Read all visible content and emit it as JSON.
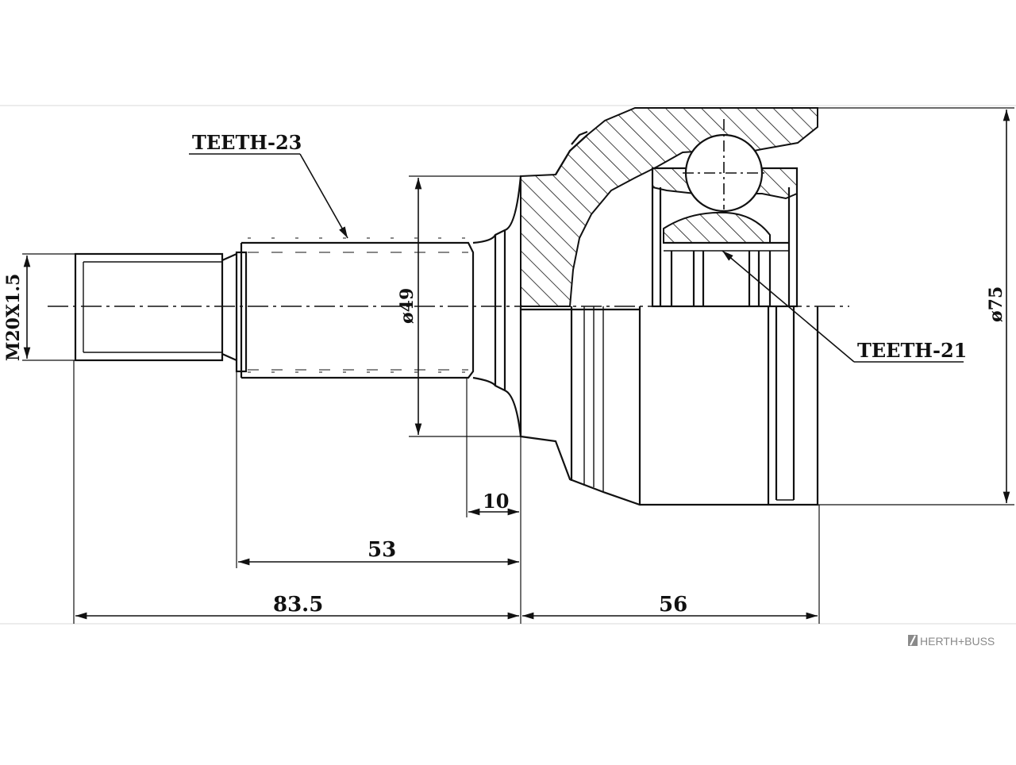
{
  "drawing": {
    "callouts": {
      "outer_teeth": "TEETH-23",
      "inner_teeth": "TEETH-21"
    },
    "dimensions": {
      "thread": "M20X1.5",
      "shaft_diameter": "ø49",
      "outer_diameter": "ø75",
      "shoulder": "10",
      "spline_length": "53",
      "total_stub_length": "83.5",
      "bell_length": "56"
    },
    "brand": "HERTH+BUSS"
  },
  "colors": {
    "line": "#111111",
    "background": "#ffffff",
    "brand_text": "#8a8a8a"
  }
}
